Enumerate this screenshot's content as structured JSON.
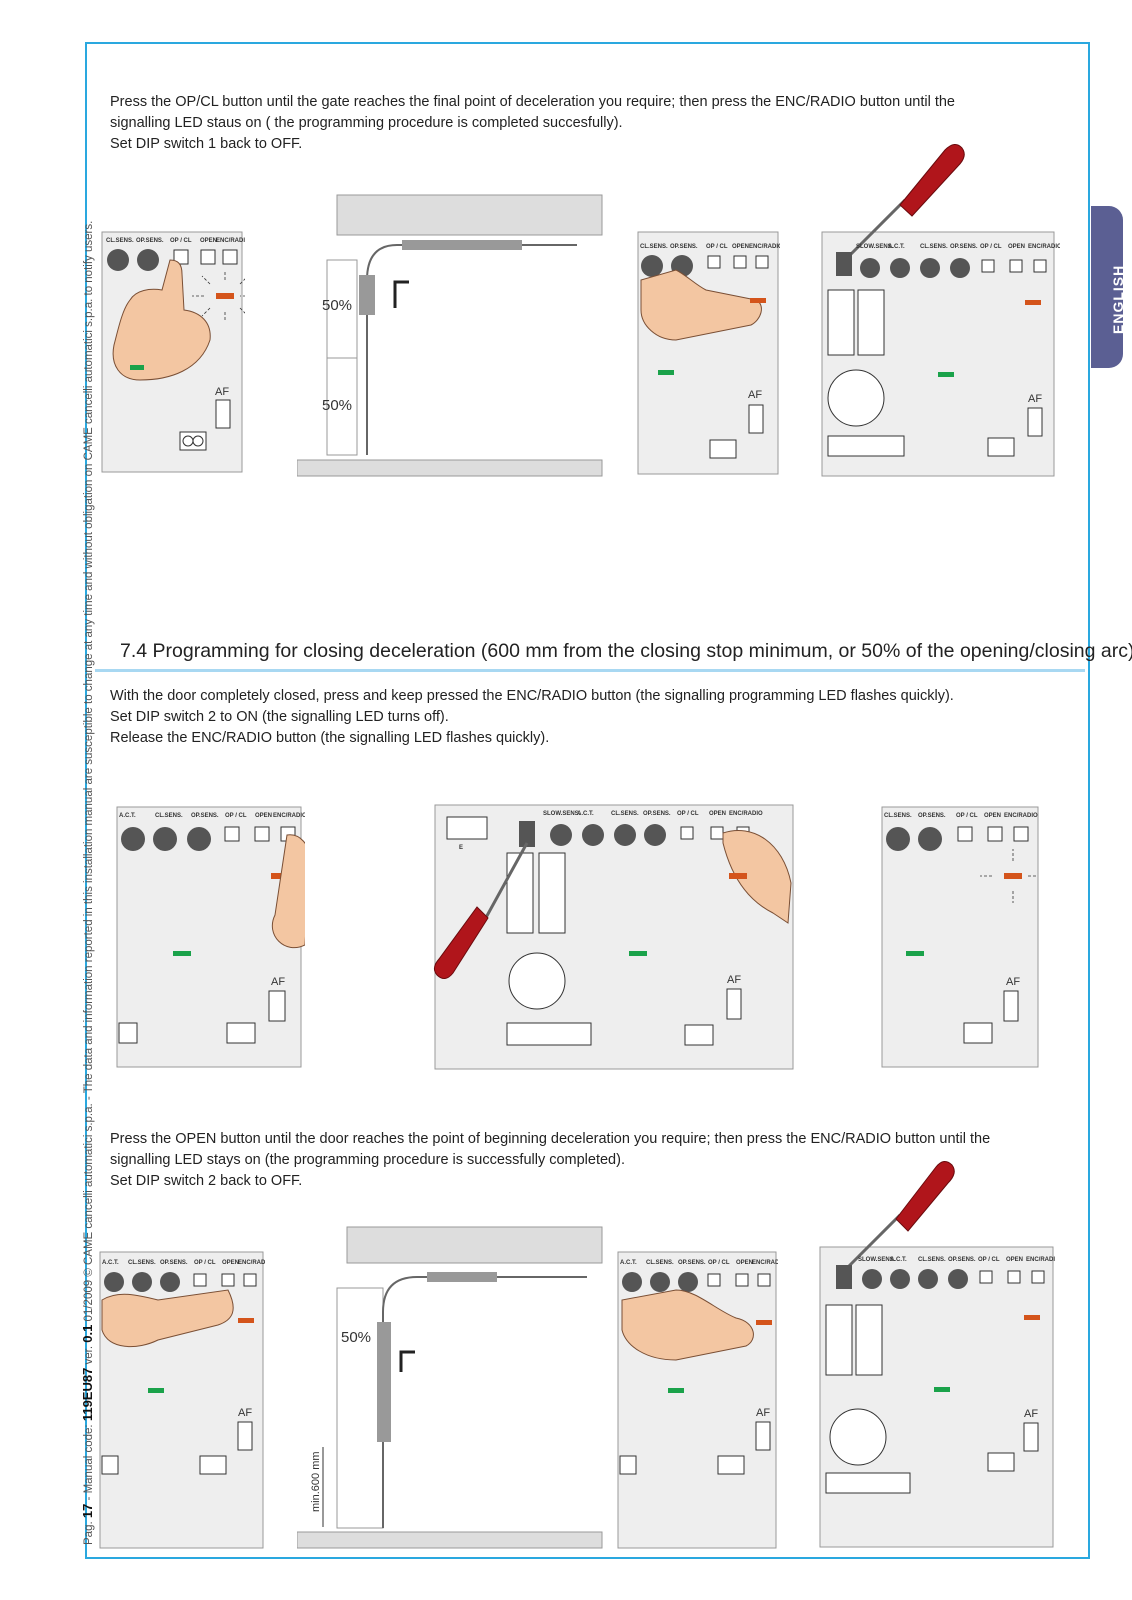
{
  "sidebar_text": {
    "prefix": "Pag.",
    "page_num": "17",
    "manual_label": "- Manual code:",
    "manual_code": "119EU87",
    "ver_label": "ver.",
    "version": "0.1",
    "rest": "01/2009 © CAME cancelli automatici s.p.a. - The data and information reported in this installation manual are susceptible to change at any time and without obligation on CAME cancelli automatici s.p.a. to notify users."
  },
  "language_tab": "ENGLISH",
  "block1": [
    "Press the OP/CL button until the gate reaches the final point of deceleration you require; then press the ENC/RADIO button until the",
    "signalling LED staus on ( the programming procedure is completed succesfully).",
    "Set DIP switch 1 back to OFF."
  ],
  "section_title": "7.4 Programming for closing deceleration (600 mm from the closing stop minimum, or 50% of the opening/closing arc)",
  "block2": [
    "With the door completely closed, press and keep pressed the ENC/RADIO button (the signalling programming LED flashes quickly).",
    "Set DIP switch 2 to ON (the signalling LED turns off).",
    "Release the ENC/RADIO button (the signalling LED flashes quickly)."
  ],
  "block3": [
    "Press the OPEN button until the door reaches the point of beginning deceleration you require; then press the ENC/RADIO button until the",
    "signalling LED stays on (the programming procedure is successfully completed).",
    "Set DIP switch 2 back to OFF."
  ],
  "labels": {
    "af": "AF",
    "pct_50": "50%",
    "min600": "min.600 mm",
    "cl_sens": "CL.SENS.",
    "op_sens": "OP.SENS.",
    "act": "A.C.T.",
    "slow_sens": "SLOW.SENS.",
    "op_cl": "OP / CL",
    "open": "OPEN",
    "enc_radio": "ENC/RADIO",
    "e_label": "E"
  },
  "colors": {
    "frame": "#2aa8df",
    "tab": "#5b5f93",
    "led_on": "#d4541b",
    "led_green": "#1aa24a",
    "screwdriver": "#b0151b",
    "rule": "#a8d8f2"
  }
}
